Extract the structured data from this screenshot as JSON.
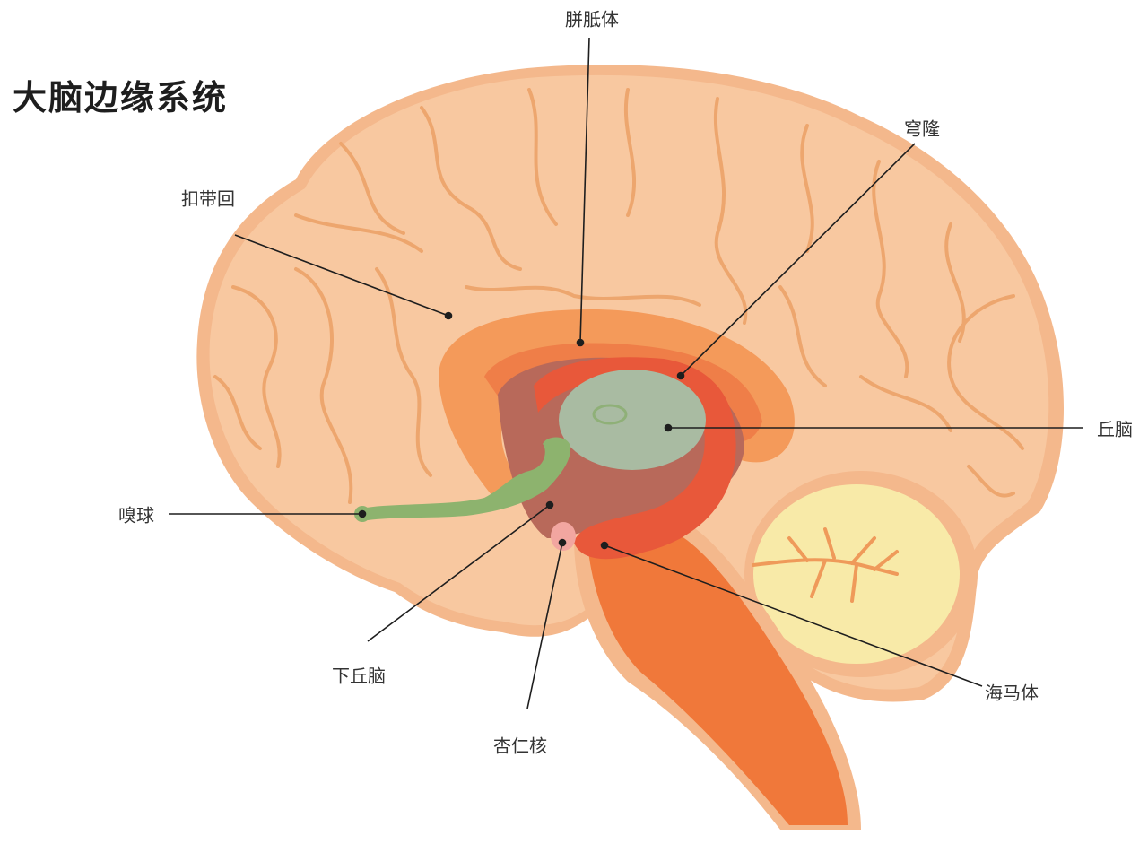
{
  "title": "大脑边缘系统",
  "labels": {
    "corpus_callosum": "胼胝体",
    "fornix": "穹隆",
    "cingulate_gyrus": "扣带回",
    "thalamus": "丘脑",
    "olfactory_bulb": "嗅球",
    "hypothalamus": "下丘脑",
    "amygdala": "杏仁核",
    "hippocampus": "海马体"
  },
  "colors": {
    "cerebrum": "#f8c8a0",
    "cerebrum_edge": "#f4b88c",
    "sulci": "#eda66e",
    "cingulate": "#f49a5a",
    "corpus_callosum": "#ef7e48",
    "fornix": "#e8583a",
    "thalamus": "#a9bba2",
    "hypothalamus": "#b8695a",
    "olfactory": "#8db36e",
    "amygdala": "#f2a6a0",
    "cerebellum": "#f8eaa8",
    "brainstem": "#f0783a"
  }
}
